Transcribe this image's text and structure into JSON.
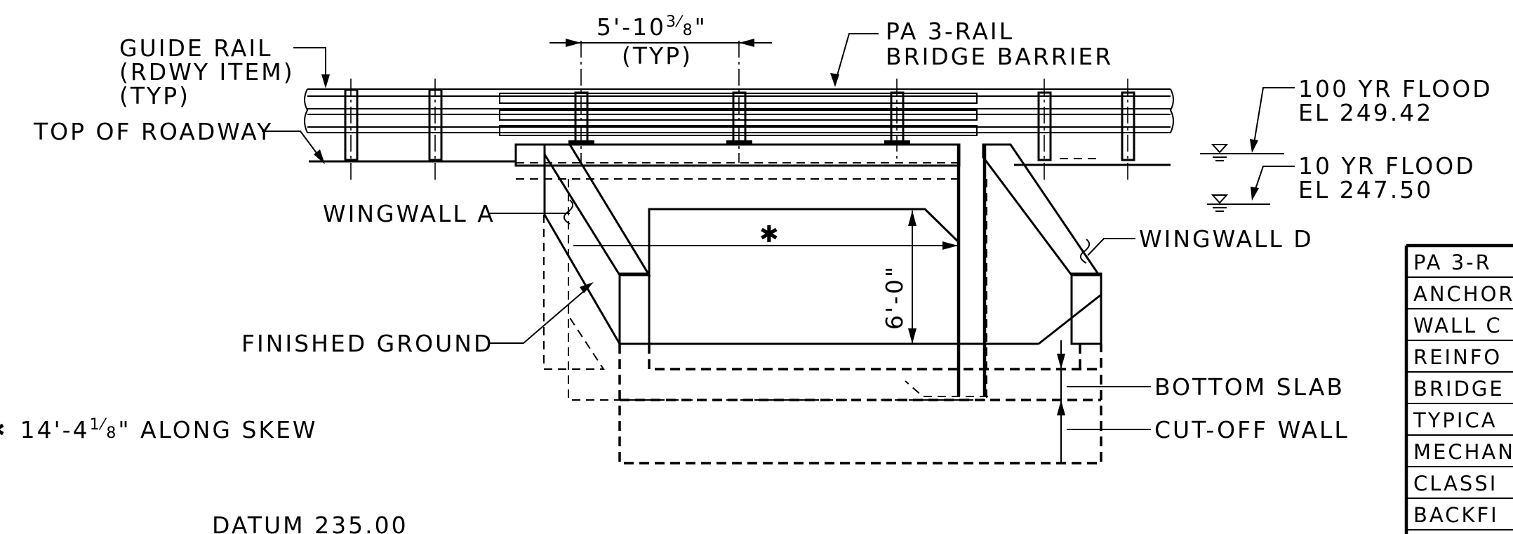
{
  "labels": {
    "guide_rail": [
      "GUIDE RAIL",
      "(RDWY ITEM)",
      "(TYP)"
    ],
    "top_of_roadway": "TOP OF ROADWAY",
    "spacing_dim": {
      "main": "5'-10",
      "frac_num": "3",
      "frac_den": "8",
      "inch": "\"",
      "sub": "(TYP)"
    },
    "barrier": [
      "PA 3-RAIL",
      "BRIDGE BARRIER"
    ],
    "flood_100": [
      "100 YR FLOOD",
      "EL 249.42"
    ],
    "flood_10": [
      "10 YR FLOOD",
      "EL 247.50"
    ],
    "wingwall_a": "WINGWALL A",
    "wingwall_d": "WINGWALL D",
    "star": "✱",
    "height_dim": "6'-0\"",
    "finished_ground": "FINISHED GROUND",
    "bottom_slab": "BOTTOM SLAB",
    "cutoff_wall": "CUT-OFF WALL",
    "skew_note": {
      "lead": "✱",
      "main": "14'-4",
      "frac_num": "1",
      "frac_den": "8",
      "tail": "\" ALONG SKEW"
    },
    "datum": "DATUM 235.00"
  },
  "table_rows": [
    "PA 3-R",
    "ANCHOR",
    "WALL C",
    "REINFO",
    "BRIDGE",
    "TYPICA",
    "MECHAN",
    "CLASSI",
    "BACKFI"
  ]
}
